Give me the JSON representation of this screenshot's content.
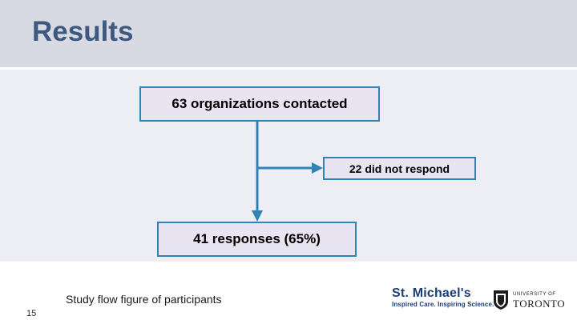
{
  "slide": {
    "title": "Results",
    "page_number": "15",
    "caption": "Study flow figure of participants"
  },
  "flow": {
    "boxes": [
      {
        "id": "contacted",
        "label": "63 organizations contacted"
      },
      {
        "id": "did-not-respond",
        "label": "22 did not respond"
      },
      {
        "id": "responses",
        "label": "41 responses (65%)"
      }
    ],
    "arrows": [
      {
        "id": "arrow-to-did-not-respond",
        "direction": "right"
      },
      {
        "id": "arrow-to-responses",
        "direction": "down"
      }
    ]
  },
  "branding": {
    "hospital_name": "St. Michael's",
    "hospital_tagline": "Inspired Care. Inspiring Science.",
    "university_line1": "UNIVERSITY OF",
    "university_line2": "TORONTO"
  },
  "colors": {
    "title_text": "#3f5880",
    "title_band": "#d8dae3",
    "body_background": "#eceef3",
    "box_fill": "#e9e4f2",
    "box_border": "#2f83b5",
    "arrow": "#2f83b5",
    "brand_blue": "#1b3d78"
  }
}
